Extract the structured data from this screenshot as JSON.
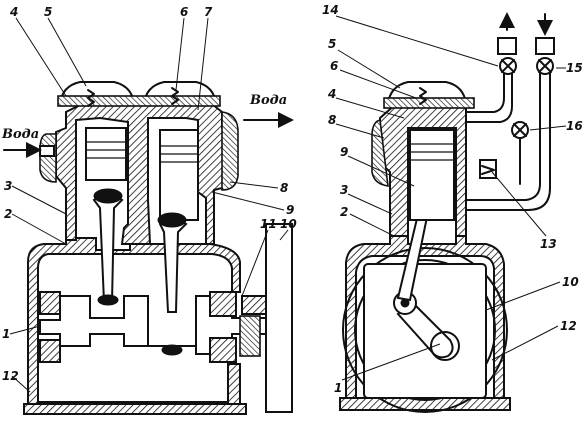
{
  "left_view": {
    "word_in": "Вода",
    "word_out": "Вода",
    "labels": [
      "4",
      "5",
      "6",
      "7",
      "3",
      "2",
      "8",
      "9",
      "11",
      "10",
      "1",
      "12"
    ]
  },
  "right_view": {
    "labels": [
      "14",
      "5",
      "6",
      "4",
      "8",
      "9",
      "3",
      "2",
      "15",
      "16",
      "13",
      "10",
      "12",
      "1"
    ]
  }
}
